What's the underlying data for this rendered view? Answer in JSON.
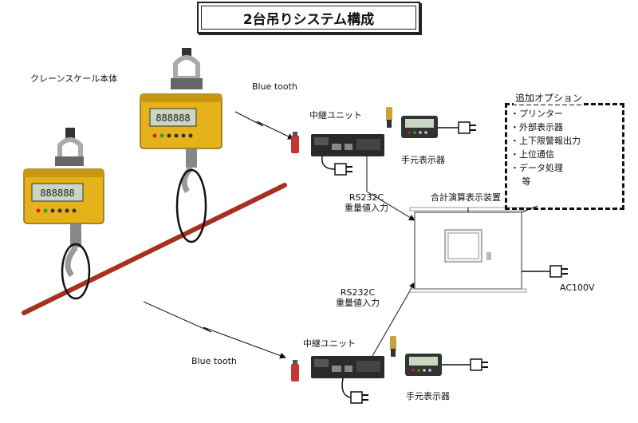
{
  "title": "2台吊りシステム構成",
  "labels": {
    "crane_scale": "クレーンスケール本体",
    "bluetooth_top": "Blue tooth",
    "bluetooth_bottom": "Blue tooth",
    "relay_unit_top": "中継ユニット",
    "relay_unit_bottom": "中継ユニット",
    "hand_display_top": "手元表示器",
    "hand_display_bottom": "手元表示器",
    "rs232c_top_1": "RS232C",
    "rs232c_top_2": "重量値入力",
    "rs232c_bottom_1": "RS232C",
    "rs232c_bottom_2": "重量値入力",
    "calc_display": "合計演算表示装置",
    "ac100v": "AC100V"
  },
  "options": {
    "title": "追加オプション",
    "items": [
      "・プリンター",
      "・外部表示器",
      "・上下限警報出力",
      "・上位通信",
      "・データ処理",
      "　 等"
    ]
  },
  "display_digits": "888888",
  "colors": {
    "scale_body": "#e6b21c",
    "beam": "#a8301e",
    "lcd": "#c9d6c4"
  }
}
